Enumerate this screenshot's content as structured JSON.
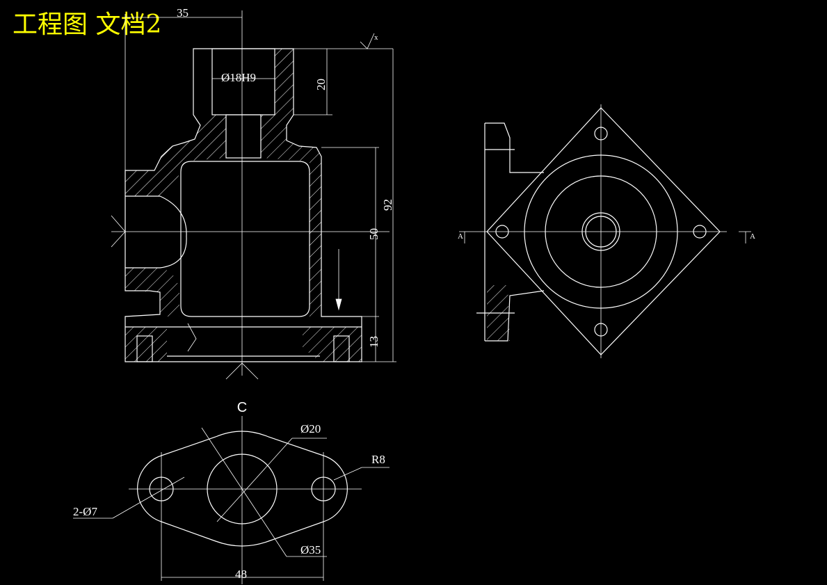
{
  "title": "工程图 文档2",
  "colors": {
    "background": "#000000",
    "lines": "#ffffff",
    "title": "#ffff00"
  },
  "dimensions": {
    "top_width": "35",
    "bore": "Ø18H9",
    "bore_depth": "20",
    "total_height": "92",
    "cavity_height": "50",
    "flange_height": "13",
    "center_hole": "Ø20",
    "outer_boss": "Ø35",
    "corner_radius": "R8",
    "bolt_holes": "2-Ø7",
    "hole_spacing": "48"
  },
  "labels": {
    "section_a_left": "A",
    "section_a_right": "A",
    "view_c": "C",
    "surface_mark": "x"
  }
}
